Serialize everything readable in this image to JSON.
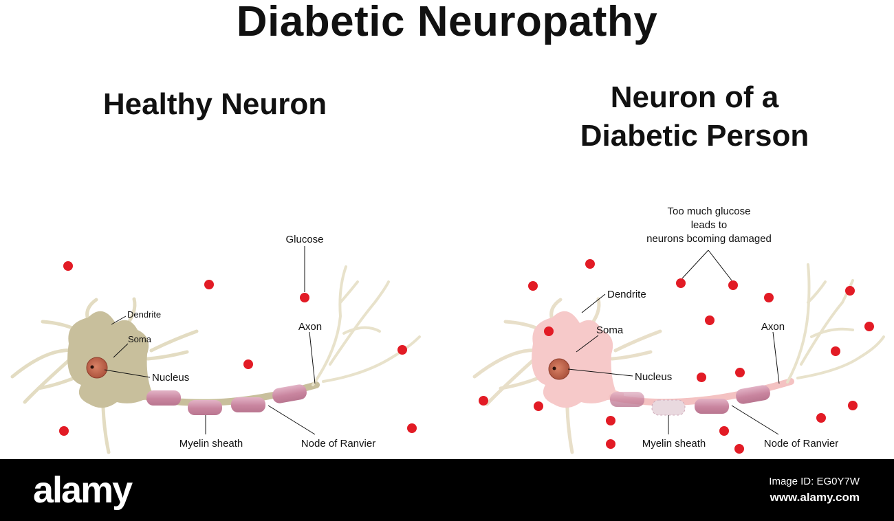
{
  "title": "Diabetic Neuropathy",
  "panels": {
    "left": {
      "title": "Healthy Neuron",
      "labels": {
        "glucose": "Glucose",
        "dendrite": "Dendrite",
        "soma": "Soma",
        "nucleus": "Nucleus",
        "axon": "Axon",
        "myelin": "Myelin sheath",
        "node": "Node of Ranvier"
      }
    },
    "right": {
      "title_line1": "Neuron of a",
      "title_line2": "Diabetic Person",
      "annotation": [
        "Too much glucose",
        "leads to",
        "neurons bcoming damaged"
      ],
      "labels": {
        "dendrite": "Dendrite",
        "soma": "Soma",
        "nucleus": "Nucleus",
        "axon": "Axon",
        "myelin": "Myelin sheath",
        "node": "Node of Ranvier"
      }
    }
  },
  "colors": {
    "healthy_soma": "#c8bf9c",
    "diabetic_soma": "#f6c9c9",
    "dendrite": "#e6e0c8",
    "myelin": "#d39ab1",
    "glucose": "#e21b25",
    "nucleus": "#c66a50"
  },
  "footer": {
    "brand": "alamy",
    "image_id": "Image ID: EG0Y7W",
    "site": "www.alamy.com"
  }
}
